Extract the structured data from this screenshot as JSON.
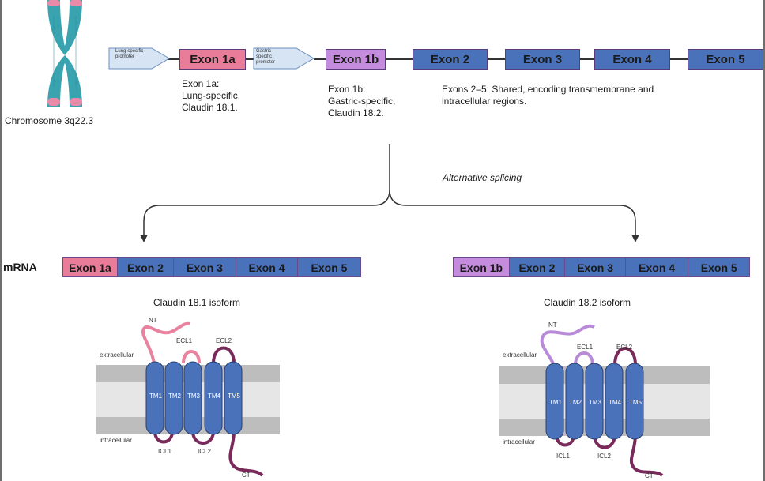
{
  "chromosome": {
    "label": "Chromosome 3q22.3"
  },
  "gene": {
    "promoters": {
      "lung": "Lung-specific promoter",
      "gastric": "Gastric-specific promoter"
    },
    "exons": [
      "Exon 1a",
      "Exon 1b",
      "Exon 2",
      "Exon 3",
      "Exon 4",
      "Exon 5"
    ],
    "notes": {
      "exon1a": [
        "Exon 1a:",
        "Lung-specific,",
        "Claudin 18.1."
      ],
      "exon1b": [
        "Exon 1b:",
        "Gastric-specific,",
        "Claudin 18.2."
      ],
      "shared": [
        "Exons 2–5: Shared, encoding transmembrane and",
        "intracellular regions."
      ]
    }
  },
  "splicing": {
    "label": "Alternative splicing"
  },
  "mrna": {
    "label": "mRNA",
    "left": [
      "Exon 1a",
      "Exon 2",
      "Exon 3",
      "Exon 4",
      "Exon 5"
    ],
    "right": [
      "Exon 1b",
      "Exon 2",
      "Exon 3",
      "Exon 4",
      "Exon 5"
    ]
  },
  "isoforms": {
    "left_title": "Claudin 18.1 isoform",
    "right_title": "Claudin 18.2 isoform",
    "labels": {
      "nt": "NT",
      "ct": "CT",
      "ecl1": "ECL1",
      "ecl2": "ECL2",
      "icl1": "ICL1",
      "icl2": "ICL2",
      "extracellular": "extracellular",
      "intracellular": "intracellular",
      "tm": [
        "TM1",
        "TM2",
        "TM3",
        "TM4",
        "TM5"
      ]
    }
  },
  "colors": {
    "exon_blue": "#4a72bb",
    "exon_1a_pink": "#e87c99",
    "exon_1b_purple": "#c58bdc",
    "loop_pink": "#e8829e",
    "loop_purple": "#b98ad8",
    "loop_dark": "#7a2a5a",
    "chromosome": "#3aa3b0"
  }
}
